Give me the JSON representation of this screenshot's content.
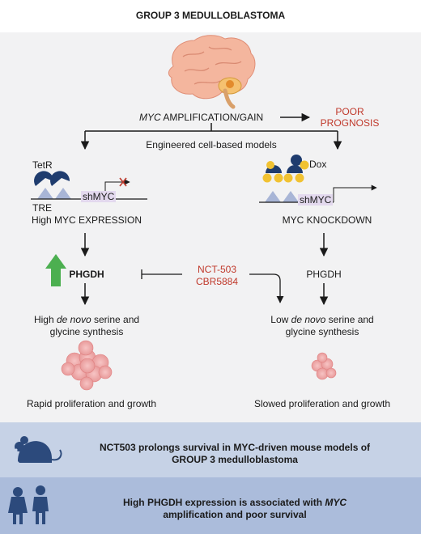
{
  "title": "GROUP 3 MEDULLOBLASTOMA",
  "top": {
    "myc_italic": "MYC",
    "amplification": " AMPLIFICATION/GAIN",
    "poor_prognosis_line1": "POOR",
    "poor_prognosis_line2": "PROGNOSIS",
    "engineered_models": "Engineered cell-based models"
  },
  "left": {
    "tetr": "TetR",
    "tre": "TRE",
    "shmyc": "shMYC",
    "expression": "High MYC EXPRESSION",
    "phgdh": "PHGDH",
    "synth_pre": "High ",
    "synth_italic": "de novo",
    "synth_post": " serine and",
    "synth_line2": "glycine synthesis",
    "outcome": "Rapid proliferation and growth"
  },
  "right": {
    "dox": "Dox",
    "shmyc": "shMYC",
    "knockdown": "MYC KNOCKDOWN",
    "phgdh": "PHGDH",
    "synth_pre": "Low ",
    "synth_italic": "de novo",
    "synth_post": " serine and",
    "synth_line2": "glycine synthesis",
    "outcome": "Slowed proliferation and growth"
  },
  "inhibitors": [
    "NCT-503",
    "CBR5884"
  ],
  "bottom": {
    "mouse_line1": "NCT503 prolongs survival in MYC-driven mouse models of",
    "mouse_line2": "GROUP 3 medulloblastoma",
    "human_line1_pre": "High PHGDH expression is associated with ",
    "human_line1_italic": "MYC",
    "human_line2": "amplification and poor survival"
  },
  "colors": {
    "red_text": "#c0392b",
    "up_arrow": "#4caf50",
    "panel_bg": "#f2f2f3",
    "band1_bg": "#c6d2e6",
    "band2_bg": "#abbcdb",
    "tetr_navy": "#1f3c6e",
    "dox_yellow": "#f1c232",
    "tre_triangles": "#a8b5d6",
    "icon_navy": "#2c4a7c"
  },
  "icons": [
    "brain-icon",
    "tetr-repressor-icon",
    "dox-complex-icon",
    "blocked-transcription-icon",
    "up-arrow-icon",
    "inhibition-icon",
    "tumor-cluster-large-icon",
    "tumor-cluster-small-icon",
    "mouse-icon",
    "children-icon"
  ]
}
